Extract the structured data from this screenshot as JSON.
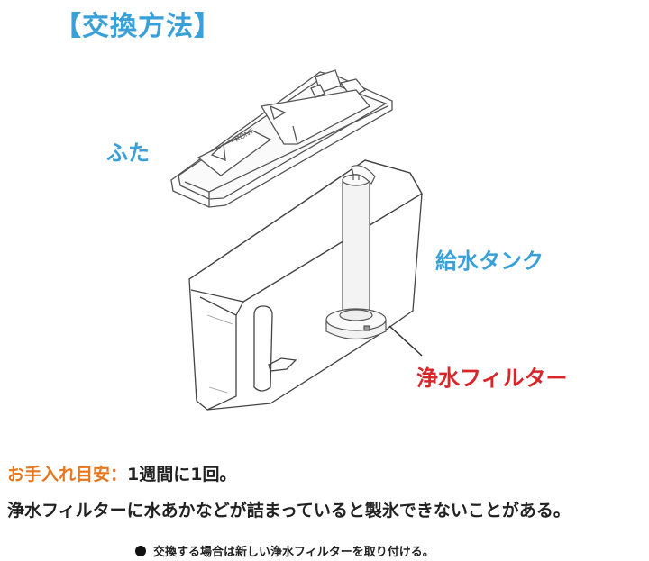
{
  "title": "【交換方法】",
  "labels": {
    "lid": "ふた",
    "tank": "給水タンク",
    "filter": "浄水フィルター",
    "lid_front_mark": "FRONT"
  },
  "care": {
    "label": "お手入れ目安：",
    "frequency": "1週間に1回。"
  },
  "description": "浄水フィルターに水あかなどが詰まっていると製氷できないことがある。",
  "note": "交換する場合は新しい浄水フィルターを取り付ける。",
  "colors": {
    "title": "#3aa0d8",
    "part_label": "#3aa0d8",
    "filter_label": "#d9262b",
    "care_label": "#e8761c"
  }
}
